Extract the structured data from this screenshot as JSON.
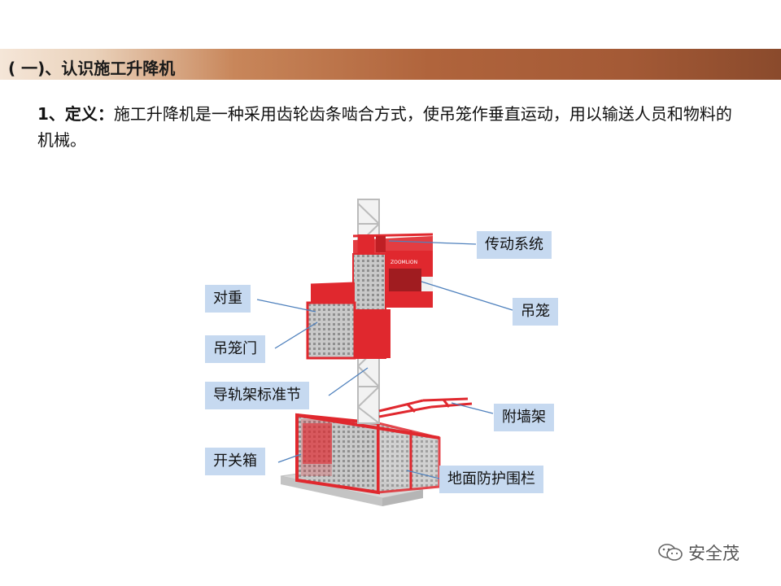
{
  "header": {
    "title": "( 一)、认识施工升降机"
  },
  "definition": {
    "number": "1、",
    "term": "定义：",
    "text": "施工升降机是一种采用齿轮齿条啮合方式，使吊笼作垂直运动，用以输送人员和物料的机械。"
  },
  "diagram": {
    "labels": {
      "drive_system": "传动系统",
      "counterweight": "对重",
      "cage": "吊笼",
      "cage_door": "吊笼门",
      "mast_section": "导轨架标准节",
      "wall_tie": "附墙架",
      "switch_box": "开关箱",
      "ground_fence": "地面防护围栏"
    },
    "cage_brand_text": "ZOOMLION",
    "colors": {
      "machine_red": "#e0282e",
      "label_bg": "#c6d9f0",
      "leader_line": "#4f81bd",
      "base": "#d8d8d8"
    }
  },
  "watermark": {
    "text": "安全茂",
    "icon": "wechat-icon"
  }
}
